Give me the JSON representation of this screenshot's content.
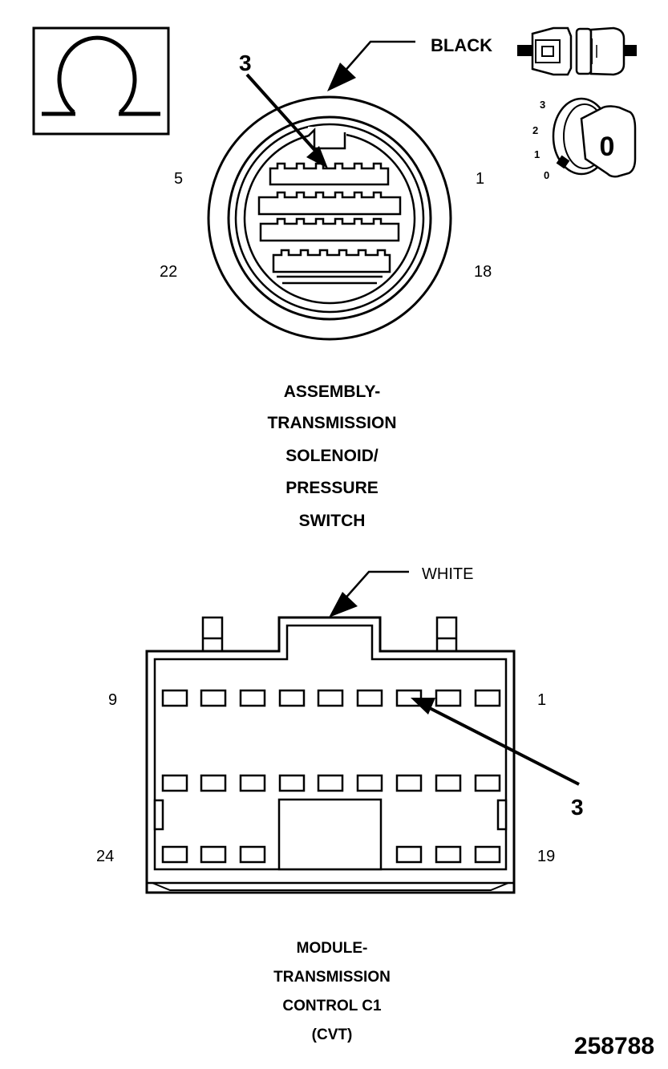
{
  "ohm_symbol": "Ω",
  "solenoid_connector": {
    "color_label": "BLACK",
    "callout": "3",
    "pin_labels": {
      "top_left": "5",
      "top_right": "1",
      "bottom_left": "22",
      "bottom_right": "18"
    },
    "title_lines": [
      "ASSEMBLY-",
      "TRANSMISSION",
      "SOLENOID/",
      "PRESSURE",
      "SWITCH"
    ]
  },
  "ignition_switch": {
    "positions": [
      "3",
      "2",
      "1",
      "0"
    ],
    "key_label": "0"
  },
  "module_connector": {
    "color_label": "WHITE",
    "callout": "3",
    "pin_labels": {
      "top_left": "9",
      "top_right": "1",
      "bottom_left": "24",
      "bottom_right": "19"
    },
    "title_lines": [
      "MODULE-",
      "TRANSMISSION",
      "CONTROL C1",
      "(CVT)"
    ]
  },
  "figure_number": "258788"
}
